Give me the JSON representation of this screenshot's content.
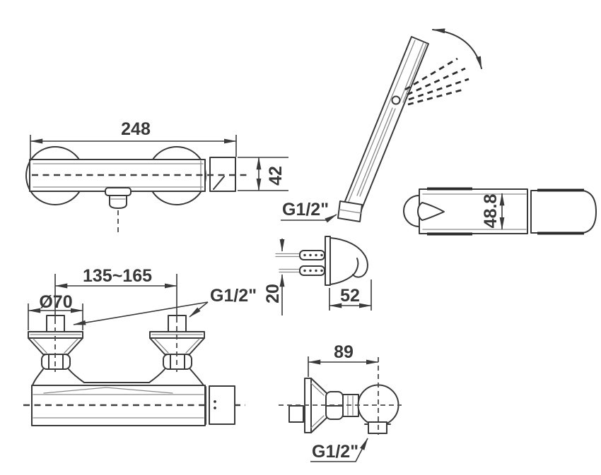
{
  "drawing": {
    "background_color": "#ffffff",
    "line_color": "#3a3a3a",
    "views": {
      "mixer_top": {
        "dim_width": "248",
        "dim_outlet_height": "42"
      },
      "hand_shower_angled": {
        "thread_label": "G1/2\""
      },
      "hand_shower_side": {
        "dim_head_height": "48.8"
      },
      "wall_bracket": {
        "dim_screw_spacing": "20",
        "dim_depth": "52"
      },
      "mixer_front": {
        "dim_center_distance": "135~165",
        "dim_flange_diameter": "Ø70",
        "thread_label": "G1/2\""
      },
      "outlet_side": {
        "dim_depth": "89",
        "thread_label": "G1/2\""
      }
    }
  }
}
